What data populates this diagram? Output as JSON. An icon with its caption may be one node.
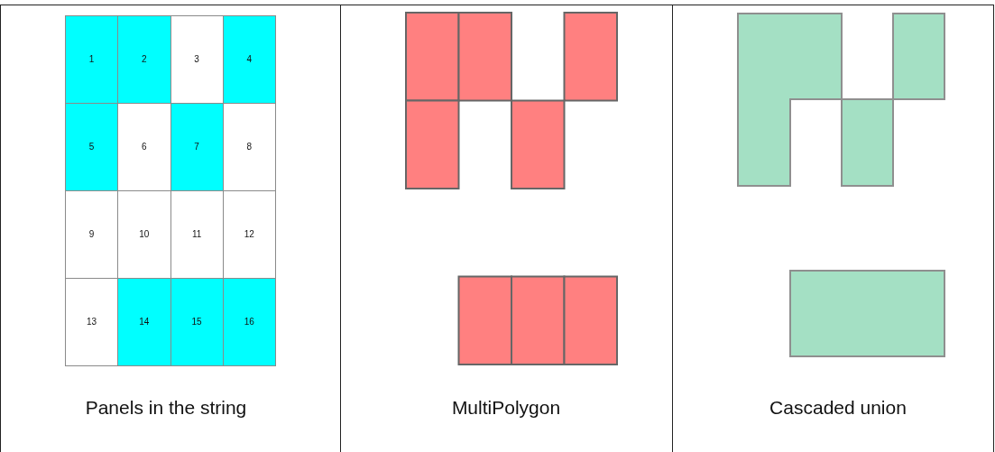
{
  "diagram": {
    "nodes": [
      {
        "text": [
          "1"
        ]
      },
      {
        "text": [
          "2"
        ]
      },
      {
        "text": [
          "3"
        ]
      },
      {
        "text": [
          "4"
        ]
      },
      {
        "text": [
          "5"
        ]
      },
      {
        "text": [
          "6"
        ]
      },
      {
        "text": [
          "7"
        ]
      },
      {
        "text": [
          "8"
        ]
      },
      {
        "text": [
          "9"
        ]
      },
      {
        "text": [
          "10"
        ]
      },
      {
        "text": [
          "11"
        ]
      },
      {
        "text": [
          "12"
        ]
      },
      {
        "text": [
          "13"
        ]
      },
      {
        "text": [
          "14"
        ]
      },
      {
        "text": [
          "15"
        ]
      },
      {
        "text": [
          "16"
        ]
      },
      {
        "text": [],
        "shape": "box"
      },
      {
        "text": [],
        "shape": "box"
      },
      {
        "text": [],
        "shape": "box"
      },
      {
        "text": [],
        "shape": "box"
      },
      {
        "text": [],
        "shape": "box"
      },
      {
        "text": [],
        "shape": "box"
      },
      {
        "text": [],
        "shape": "box"
      },
      {
        "text": [],
        "shape": "box"
      },
      {
        "text": [],
        "shape": "polygon"
      },
      {
        "text": [],
        "shape": "box"
      }
    ],
    "labels": [
      "Panels in the string",
      "MultiPolygon",
      "Cascaded union"
    ]
  }
}
